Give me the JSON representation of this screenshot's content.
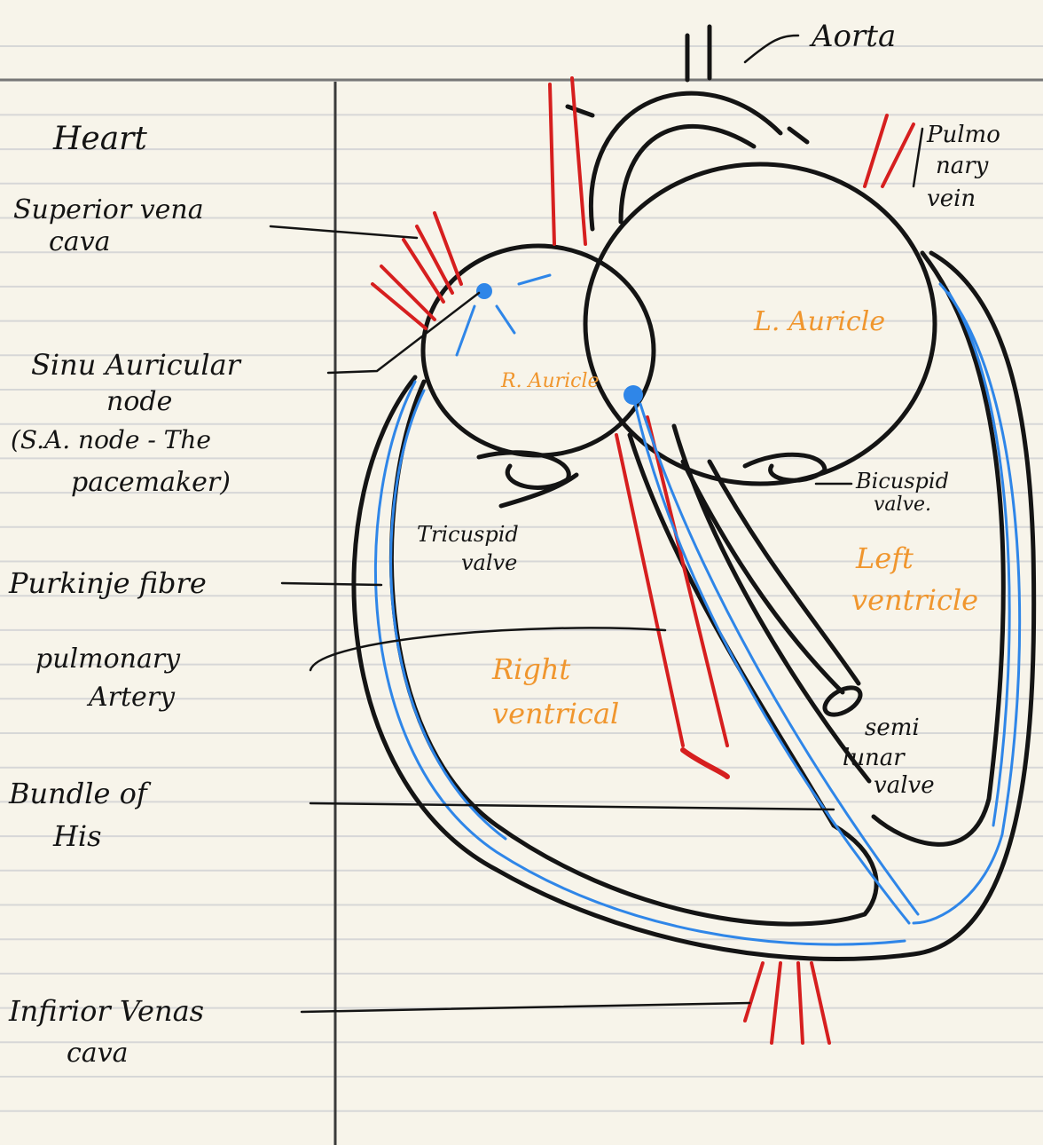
{
  "colors": {
    "paper": "#f7f4ea",
    "rule_line": "#d7d7d7",
    "ink": "#141414",
    "vessel_red": "#d61f1f",
    "conduction_blue": "#2f86e8",
    "chamber_label_orange": "#f0962e"
  },
  "labels": {
    "aorta": "Aorta",
    "pulmonary_vein": [
      "Pulmo",
      "nary",
      "vein"
    ],
    "heart": "Heart",
    "superior_vena_cava": [
      "Superior vena",
      "cava"
    ],
    "sa_node": [
      "Sinu Auricular",
      "node",
      "(S.A. node - The",
      "pacemaker)"
    ],
    "purkinje_fibre": "Purkinje fibre",
    "pulmonary_artery": [
      "pulmonary",
      "Artery"
    ],
    "bundle_of_his": [
      "Bundle of",
      "His"
    ],
    "inferior_vena_cava": [
      "Infirior Venas",
      "cava"
    ],
    "r_auricle": "R. Auricle",
    "l_auricle": "L. Auricle",
    "tricuspid_valve": [
      "Tricuspid",
      "valve"
    ],
    "bicuspid_valve": [
      "Bicuspid",
      "valve."
    ],
    "left_ventricle": [
      "Left",
      "ventricle"
    ],
    "right_ventricle": [
      "Right",
      "ventrical"
    ],
    "semilunar_valve": [
      "semi",
      "lunar",
      "valve"
    ]
  }
}
